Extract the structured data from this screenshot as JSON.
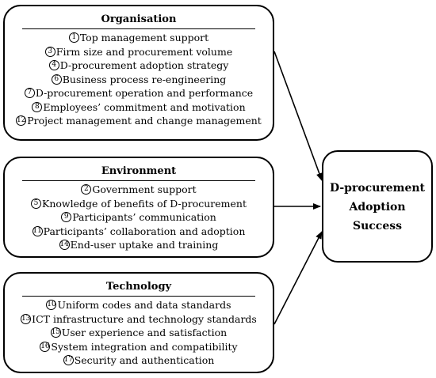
{
  "groups": [
    {
      "title": "Organisation",
      "factors": [
        {
          "num": "1",
          "label": "Top management support"
        },
        {
          "num": "3",
          "label": "Firm size and procurement volume"
        },
        {
          "num": "4",
          "label": "D-procurement adoption strategy"
        },
        {
          "num": "6",
          "label": "Business process re-engineering"
        },
        {
          "num": "7",
          "label": "D-procurement operation and performance"
        },
        {
          "num": "8",
          "label": "Employees’ commitment and motivation"
        },
        {
          "num": "12",
          "label": "Project management and change management"
        }
      ]
    },
    {
      "title": "Environment",
      "factors": [
        {
          "num": "2",
          "label": "Government support"
        },
        {
          "num": "5",
          "label": "Knowledge of benefits of D-procurement"
        },
        {
          "num": "9",
          "label": "Participants’ communication"
        },
        {
          "num": "11",
          "label": "Participants’ collaboration and adoption"
        },
        {
          "num": "14",
          "label": "End-user uptake and training"
        }
      ]
    },
    {
      "title": "Technology",
      "factors": [
        {
          "num": "10",
          "label": "Uniform codes and data standards"
        },
        {
          "num": "13",
          "label": "ICT infrastructure and technology standards"
        },
        {
          "num": "15",
          "label": "User experience and satisfaction"
        },
        {
          "num": "16",
          "label": "System integration and compatibility"
        },
        {
          "num": "17",
          "label": "Security and authentication"
        }
      ]
    }
  ],
  "outcome": {
    "lines": [
      "D-procurement",
      "Adoption",
      "Success"
    ]
  },
  "colors": {
    "stroke": "#000000",
    "background": "#ffffff"
  }
}
